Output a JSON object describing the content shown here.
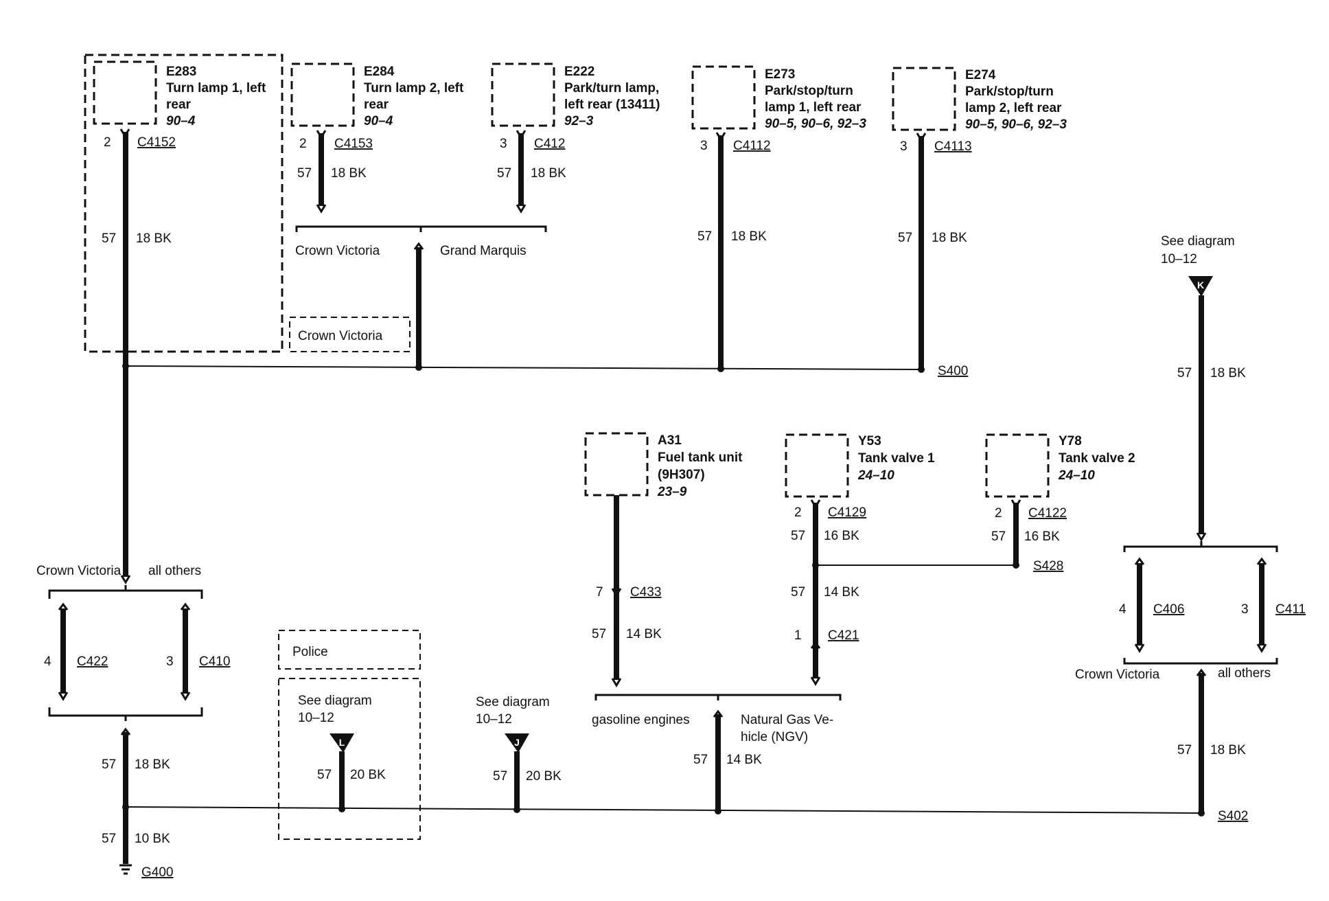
{
  "components": {
    "e283": {
      "id": "E283",
      "name1": "Turn lamp 1, left",
      "name2": "rear",
      "ref": "90–4"
    },
    "e284": {
      "id": "E284",
      "name1": "Turn lamp 2, left",
      "name2": "rear",
      "ref": "90–4"
    },
    "e222": {
      "id": "E222",
      "name1": "Park/turn lamp,",
      "name2": "left rear (13411)",
      "ref": "92–3"
    },
    "e273": {
      "id": "E273",
      "name1": "Park/stop/turn",
      "name2": "lamp 1, left rear",
      "ref": "90–5, 90–6, 92–3"
    },
    "e274": {
      "id": "E274",
      "name1": "Park/stop/turn",
      "name2": "lamp 2, left rear",
      "ref": "90–5, 90–6, 92–3"
    },
    "a31": {
      "id": "A31",
      "name1": "Fuel tank unit",
      "name2": "(9H307)",
      "ref": "23–9"
    },
    "y53": {
      "id": "Y53",
      "name1": "Tank valve 1",
      "ref": "24–10"
    },
    "y78": {
      "id": "Y78",
      "name1": "Tank valve 2",
      "ref": "24–10"
    }
  },
  "connectors": {
    "c4152": {
      "name": "C4152",
      "pin": "2"
    },
    "c4153": {
      "name": "C4153",
      "pin": "2"
    },
    "c412": {
      "name": "C412",
      "pin": "3"
    },
    "c4112": {
      "name": "C4112",
      "pin": "3"
    },
    "c4113": {
      "name": "C4113",
      "pin": "3"
    },
    "c4129": {
      "name": "C4129",
      "pin": "2"
    },
    "c4122": {
      "name": "C4122",
      "pin": "2"
    },
    "c433": {
      "name": "C433",
      "pin": "7"
    },
    "c421": {
      "name": "C421",
      "pin": "1"
    },
    "c422": {
      "name": "C422",
      "pin": "4"
    },
    "c410": {
      "name": "C410",
      "pin": "3"
    },
    "c406": {
      "name": "C406",
      "pin": "4"
    },
    "c411": {
      "name": "C411",
      "pin": "3"
    }
  },
  "splices": {
    "s400": "S400",
    "s428": "S428",
    "s402": "S402"
  },
  "ground": "G400",
  "wires": {
    "w_e283": {
      "circuit": "57",
      "gauge": "18 BK"
    },
    "w_e284": {
      "circuit": "57",
      "gauge": "18 BK"
    },
    "w_e222": {
      "circuit": "57",
      "gauge": "18 BK"
    },
    "w_e273": {
      "circuit": "57",
      "gauge": "18 BK"
    },
    "w_e274": {
      "circuit": "57",
      "gauge": "18 BK"
    },
    "w_k": {
      "circuit": "57",
      "gauge": "18 BK"
    },
    "w_y53": {
      "circuit": "57",
      "gauge": "16 BK"
    },
    "w_y78": {
      "circuit": "57",
      "gauge": "16 BK"
    },
    "w_y53b": {
      "circuit": "57",
      "gauge": "14 BK"
    },
    "w_a31": {
      "circuit": "57",
      "gauge": "14 BK"
    },
    "w_left": {
      "circuit": "57",
      "gauge": "18 BK"
    },
    "w_gnd": {
      "circuit": "57",
      "gauge": "10 BK"
    },
    "w_l": {
      "circuit": "57",
      "gauge": "20 BK"
    },
    "w_j": {
      "circuit": "57",
      "gauge": "20 BK"
    },
    "w_ngv": {
      "circuit": "57",
      "gauge": "14 BK"
    },
    "w_s402": {
      "circuit": "57",
      "gauge": "18 BK"
    }
  },
  "labels": {
    "crown_victoria": "Crown Victoria",
    "grand_marquis": "Grand Marquis",
    "all_others": "all others",
    "police": "Police",
    "see_diagram": "See diagram",
    "diagram_ref": "10–12",
    "gasoline_engines": "gasoline engines",
    "ngv1": "Natural Gas Ve-",
    "ngv2": "hicle (NGV)"
  },
  "refs": {
    "k": "K",
    "l": "L",
    "j": "J"
  }
}
